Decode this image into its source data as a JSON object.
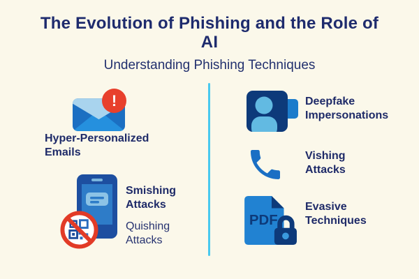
{
  "header": {
    "title": "The Evolution of Phishing and the Role of AI",
    "subtitle": "Understanding Phishing Techniques"
  },
  "techniques": {
    "hyper_personalized": {
      "label": "Hyper-Personalized Emails",
      "icon": "email-alert-icon"
    },
    "smishing": {
      "label": "Smishing Attacks",
      "icon": "smartphone-message-icon"
    },
    "quishing": {
      "label": "Quishing Attacks",
      "icon": "qr-code-prohibited-icon"
    },
    "deepfake": {
      "label": "Deepfake Impersonations",
      "icon": "person-video-id-icon"
    },
    "vishing": {
      "label": "Vishing Attacks",
      "icon": "phone-handset-icon"
    },
    "evasive": {
      "label": "Evasive Techniques",
      "icon": "pdf-lock-icon"
    }
  },
  "glyphs": {
    "alert": "!",
    "pdf": "PDF"
  },
  "colors": {
    "background": "#fbf8ea",
    "heading_navy": "#1e2b6d",
    "icon_navy": "#0d3a7a",
    "phone_navy": "#1d4fa0",
    "medium_blue": "#1c7ccb",
    "bright_blue": "#2590de",
    "light_blue": "#a9d4ee",
    "person_blue": "#62bae2",
    "divider_cyan": "#49c9ee",
    "alert_red": "#e8402c"
  }
}
